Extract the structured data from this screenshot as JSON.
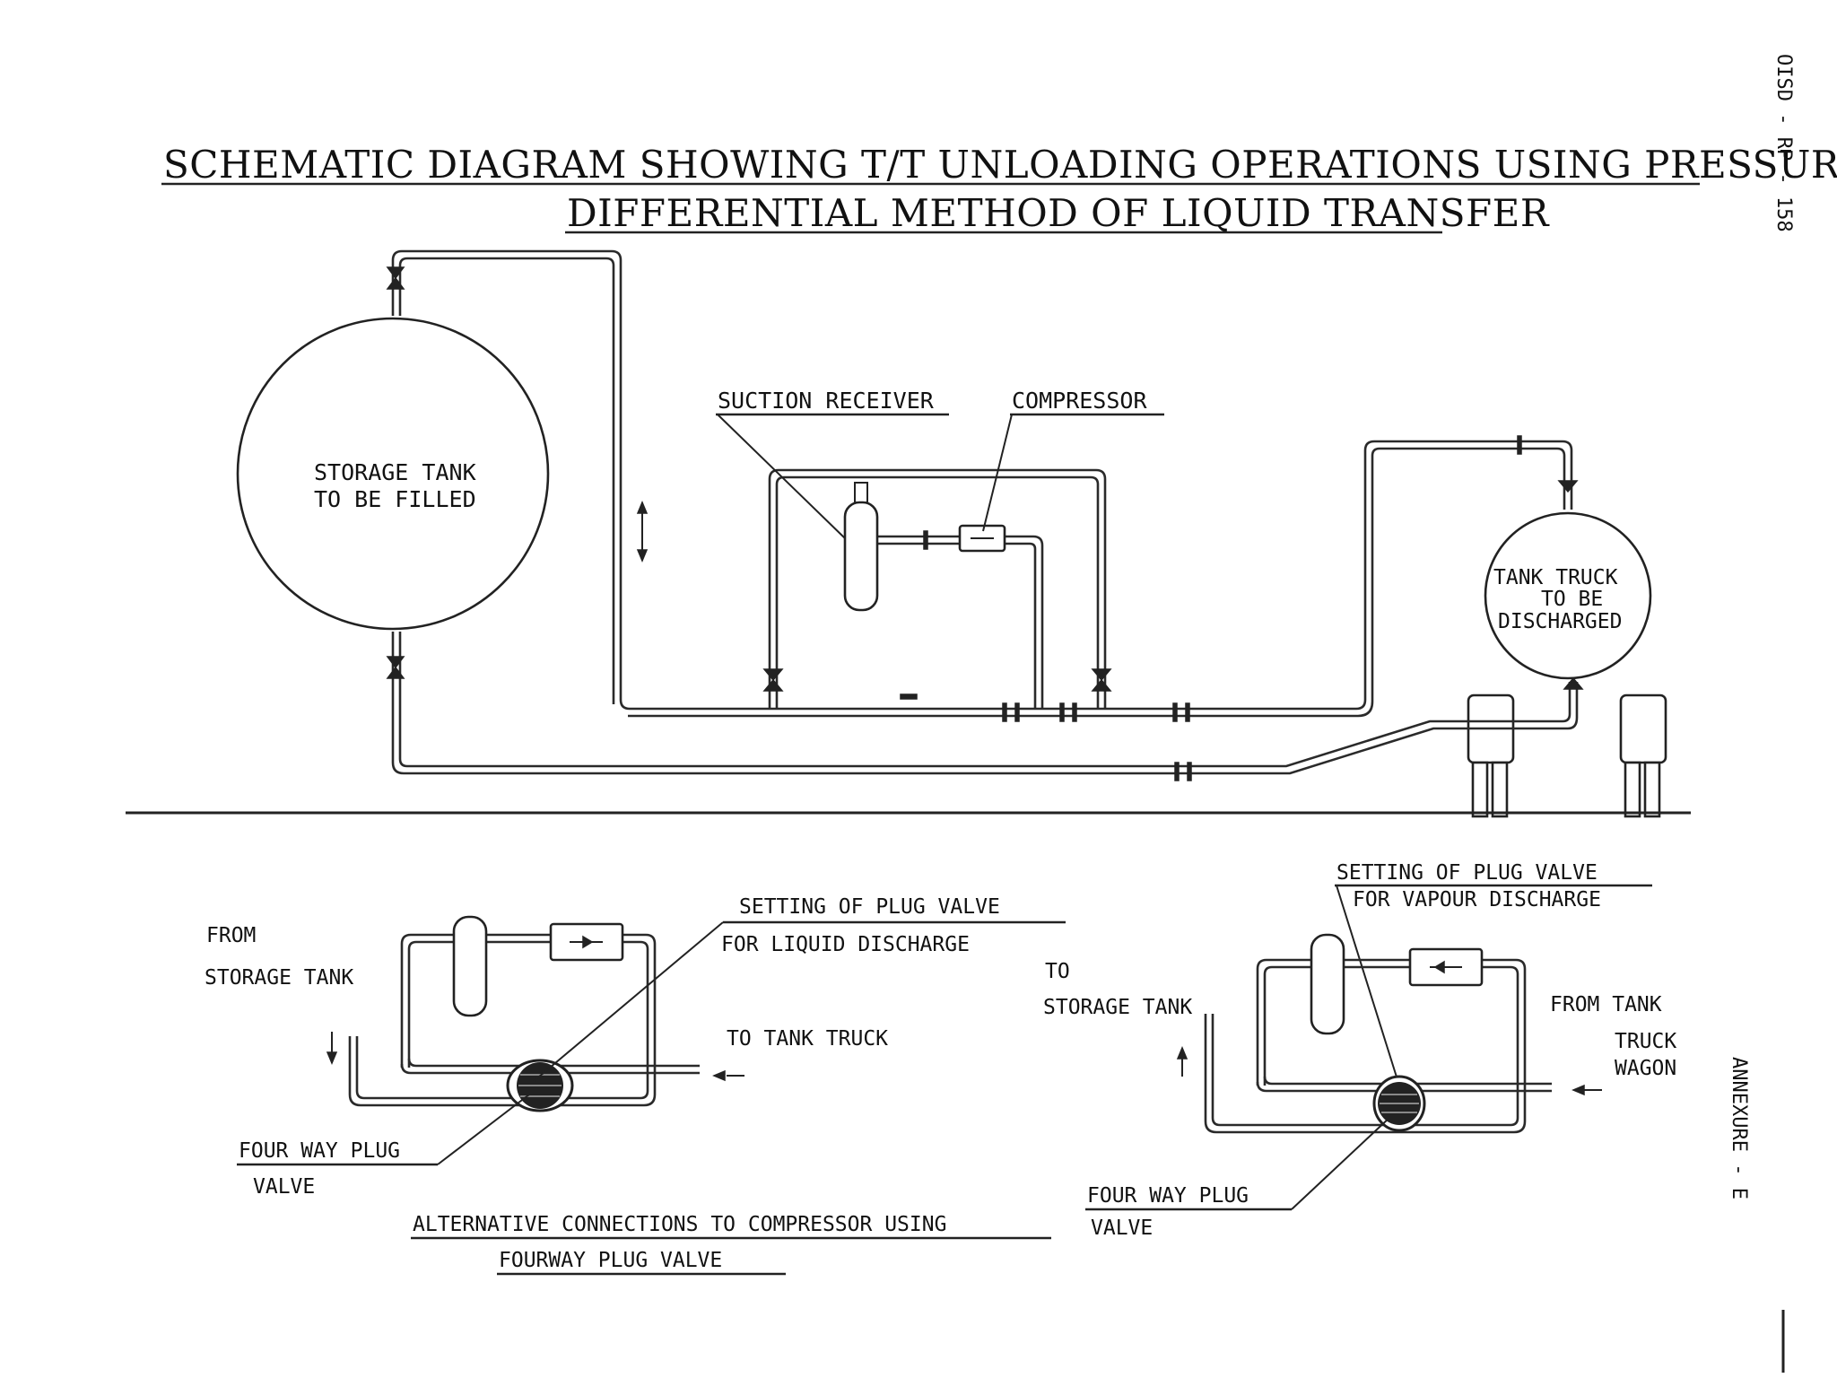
{
  "title": {
    "line1": "SCHEMATIC DIAGRAM SHOWING T/T UNLOADING OPERATIONS USING PRESSURE",
    "line2": "DIFFERENTIAL METHOD OF LIQUID TRANSFER"
  },
  "doc_code": "OISD - RP - 158",
  "annexure": "ANNEXURE - E",
  "main": {
    "storage_tank": [
      "STORAGE TANK",
      "TO BE FILLED"
    ],
    "suction_receiver": "SUCTION RECEIVER",
    "compressor": "COMPRESSOR",
    "tank_truck": [
      "TANK TRUCK",
      "TO BE",
      "DISCHARGED"
    ]
  },
  "alt_liquid": {
    "from_label": [
      "FROM",
      "STORAGE TANK"
    ],
    "setting": [
      "SETTING OF PLUG VALVE",
      "FOR LIQUID DISCHARGE"
    ],
    "to_label": "TO TANK TRUCK",
    "valve": [
      "FOUR WAY PLUG",
      "VALVE"
    ]
  },
  "alt_vapour": {
    "setting": [
      "SETTING OF PLUG VALVE",
      "FOR VAPOUR DISCHARGE"
    ],
    "to_label": [
      "TO",
      "STORAGE TANK"
    ],
    "from_label": [
      "FROM TANK",
      "TRUCK",
      "WAGON"
    ],
    "valve": [
      "FOUR WAY PLUG",
      "VALVE"
    ]
  },
  "caption": [
    "ALTERNATIVE CONNECTIONS TO COMPRESSOR USING",
    "FOURWAY PLUG VALVE"
  ]
}
